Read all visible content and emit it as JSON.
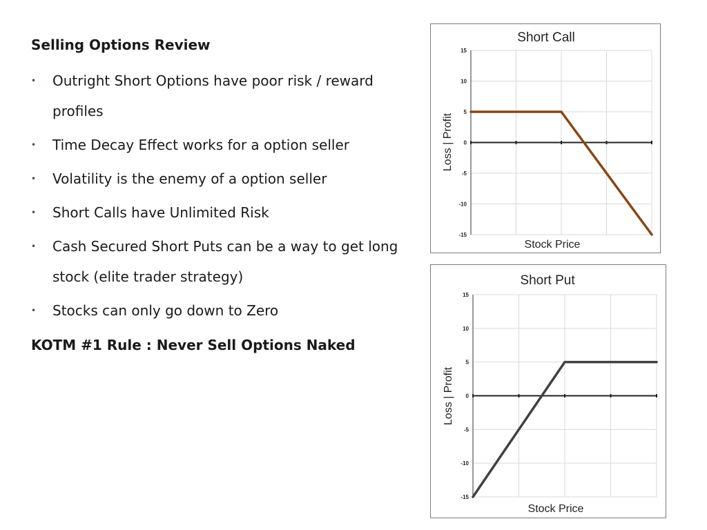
{
  "slide": {
    "title": "Selling Options Review",
    "bullets": [
      "Outright Short Options have poor risk / reward profiles",
      "Time Decay Effect works for a option seller",
      "Volatility is the enemy of a option seller",
      "Short Calls have Unlimited Risk",
      "Cash Secured Short Puts can be a way to get long stock (elite trader strategy)",
      "Stocks can only go down to Zero"
    ],
    "bullet_glyph": "•",
    "rule": "KOTM #1 Rule : Never Sell Options Naked"
  },
  "chart_data": [
    {
      "type": "line",
      "title": "Short Call",
      "xlabel": "Stock Price",
      "ylabel": "Loss | Profit",
      "x_ticks_labeled": false,
      "ylim": [
        -15,
        15
      ],
      "yticks": [
        15,
        10,
        5,
        0,
        -5,
        -10,
        -15
      ],
      "ytick_labels": [
        "15",
        "10",
        "5",
        "0",
        "-5",
        "-10",
        "-15"
      ],
      "xlim": [
        0,
        4
      ],
      "grid": true,
      "series": [
        {
          "color": "#8b4513",
          "points": [
            [
              0,
              5
            ],
            [
              2,
              5
            ],
            [
              4,
              -15
            ]
          ]
        }
      ]
    },
    {
      "type": "line",
      "title": "Short Put",
      "xlabel": "Stock Price",
      "ylabel": "Loss | Profit",
      "x_ticks_labeled": false,
      "ylim": [
        -15,
        15
      ],
      "yticks": [
        15,
        10,
        5,
        0,
        -5,
        -10,
        -15
      ],
      "ytick_labels": [
        "15",
        "10",
        "5",
        "0",
        "-5",
        "-10",
        "-15"
      ],
      "xlim": [
        0,
        4
      ],
      "grid": true,
      "series": [
        {
          "color": "#404040",
          "points": [
            [
              0,
              -15
            ],
            [
              2,
              5
            ],
            [
              4,
              5
            ]
          ]
        }
      ]
    }
  ]
}
